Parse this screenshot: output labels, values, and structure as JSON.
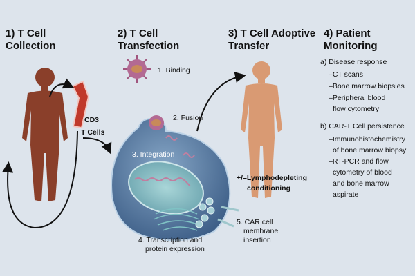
{
  "steps": {
    "s1": {
      "line1": "1) T Cell",
      "line2": "Collection"
    },
    "s2": {
      "line1": "2) T Cell",
      "line2": "Transfection"
    },
    "s3": {
      "line1": "3) T Cell Adoptive",
      "line2": "Transfer"
    },
    "s4": {
      "line1": "4) Patient",
      "line2": "Monitoring"
    }
  },
  "labels": {
    "cd3": "CD3",
    "tcells": "T Cells",
    "binding": "1. Binding",
    "fusion": "2. Fusion",
    "integration": "3. Integration",
    "transcription1": "4. Transcription and",
    "transcription2": "protein expression",
    "insertion1": "5. CAR cell",
    "insertion2": "membrane",
    "insertion3": "insertion",
    "lympho1": "+/–Lymphodepleting",
    "lympho2": "conditioning"
  },
  "monitoring": {
    "a_title": "a) Disease response",
    "a_items": [
      "–CT scans",
      "–Bone marrow biopsies",
      "–Peripheral blood",
      "flow cytometry"
    ],
    "b_title": "b) CAR-T Cell persistence",
    "b_items": [
      "–Immunohistochemistry",
      "of bone marrow biopsy",
      "–RT-PCR and flow",
      "cytometry of blood",
      "and bone marrow",
      "aspirate"
    ]
  },
  "colors": {
    "background": "#dde4ec",
    "patient": "#8a3f2a",
    "recipient": "#d99a73",
    "cell": "#4e6f96",
    "virus": "#a0557e"
  }
}
